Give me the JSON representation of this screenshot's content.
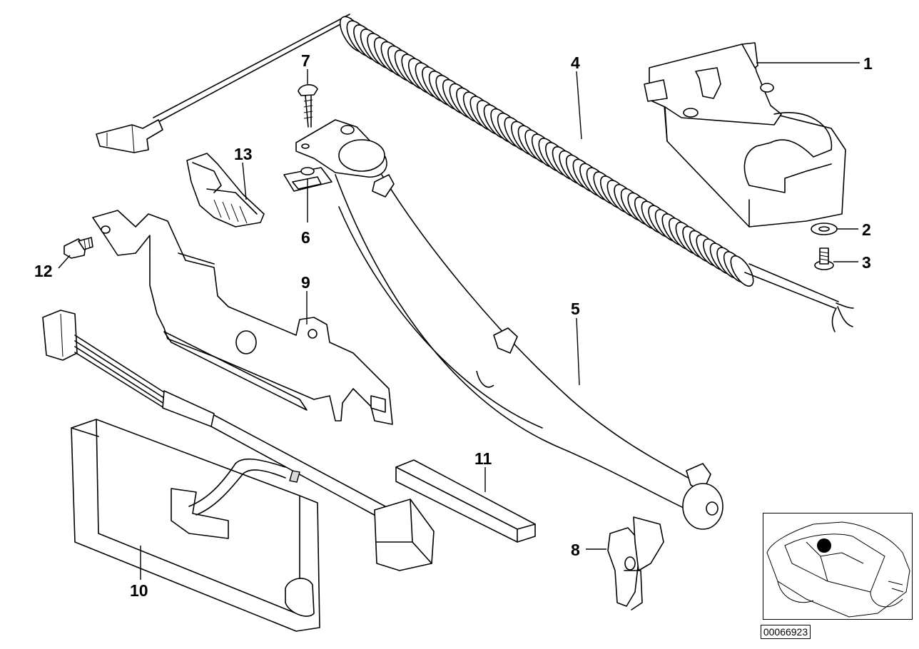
{
  "diagram": {
    "reference_code": "00066923",
    "callouts": [
      {
        "id": "1",
        "label": "1"
      },
      {
        "id": "2",
        "label": "2"
      },
      {
        "id": "3",
        "label": "3"
      },
      {
        "id": "4",
        "label": "4"
      },
      {
        "id": "5",
        "label": "5"
      },
      {
        "id": "6",
        "label": "6"
      },
      {
        "id": "7",
        "label": "7"
      },
      {
        "id": "8",
        "label": "8"
      },
      {
        "id": "9",
        "label": "9"
      },
      {
        "id": "10",
        "label": "10"
      },
      {
        "id": "11",
        "label": "11"
      },
      {
        "id": "12",
        "label": "12"
      },
      {
        "id": "13",
        "label": "13"
      }
    ]
  }
}
